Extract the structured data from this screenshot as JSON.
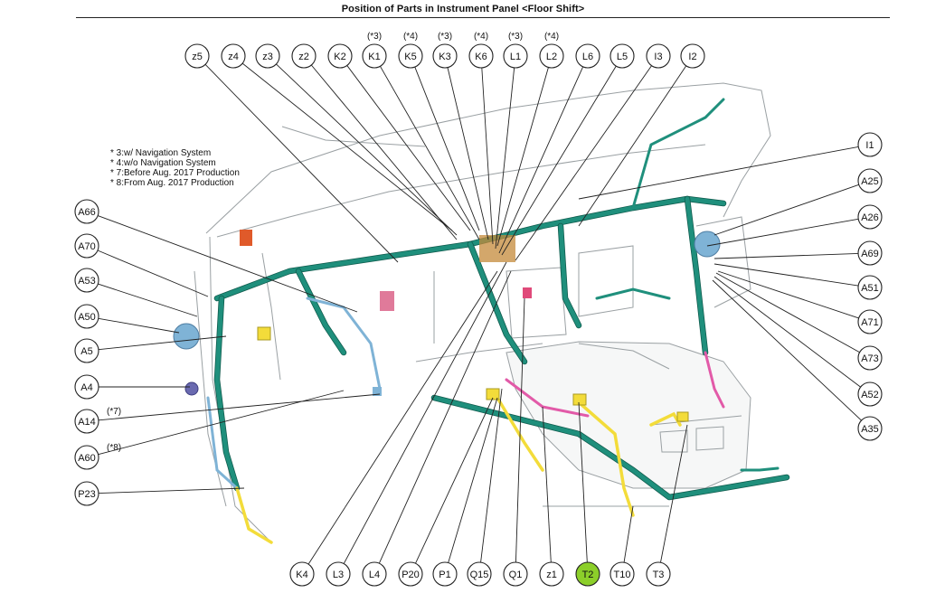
{
  "title": "Position of Parts in Instrument Panel <Floor Shift>",
  "legend": [
    "* 3:w/ Navigation System",
    "* 4:w/o Navigation System",
    "* 7:Before Aug. 2017 Production",
    "* 8:From Aug. 2017 Production"
  ],
  "colors": {
    "harness": "#1f8f7c",
    "highlight": "#8ccf2a",
    "blue_harness": "#7fb3d6",
    "yellow_harness": "#f3dc3a",
    "pink_harness": "#e25aa8",
    "connector_red": "#e05a2a"
  },
  "callouts": {
    "top": [
      {
        "id": "z5",
        "label": "z5",
        "note": ""
      },
      {
        "id": "z4",
        "label": "z4",
        "note": ""
      },
      {
        "id": "z3",
        "label": "z3",
        "note": ""
      },
      {
        "id": "z2",
        "label": "z2",
        "note": ""
      },
      {
        "id": "K2",
        "label": "K2",
        "note": ""
      },
      {
        "id": "K1",
        "label": "K1",
        "note": "(*3)"
      },
      {
        "id": "K5",
        "label": "K5",
        "note": "(*4)"
      },
      {
        "id": "K3",
        "label": "K3",
        "note": "(*3)"
      },
      {
        "id": "K6",
        "label": "K6",
        "note": "(*4)"
      },
      {
        "id": "L1",
        "label": "L1",
        "note": "(*3)"
      },
      {
        "id": "L2",
        "label": "L2",
        "note": "(*4)"
      },
      {
        "id": "L6",
        "label": "L6",
        "note": ""
      },
      {
        "id": "L5",
        "label": "L5",
        "note": ""
      },
      {
        "id": "I3",
        "label": "I3",
        "note": ""
      },
      {
        "id": "I2",
        "label": "I2",
        "note": ""
      }
    ],
    "left": [
      {
        "id": "A66",
        "label": "A66",
        "note": ""
      },
      {
        "id": "A70",
        "label": "A70",
        "note": ""
      },
      {
        "id": "A53",
        "label": "A53",
        "note": ""
      },
      {
        "id": "A50",
        "label": "A50",
        "note": ""
      },
      {
        "id": "A5",
        "label": "A5",
        "note": ""
      },
      {
        "id": "A4",
        "label": "A4",
        "note": ""
      },
      {
        "id": "A14",
        "label": "A14",
        "note": "(*7)"
      },
      {
        "id": "A60",
        "label": "A60",
        "note": "(*8)"
      },
      {
        "id": "P23",
        "label": "P23",
        "note": ""
      }
    ],
    "right": [
      {
        "id": "I1",
        "label": "I1",
        "note": ""
      },
      {
        "id": "A25",
        "label": "A25",
        "note": ""
      },
      {
        "id": "A26",
        "label": "A26",
        "note": ""
      },
      {
        "id": "A69",
        "label": "A69",
        "note": ""
      },
      {
        "id": "A51",
        "label": "A51",
        "note": ""
      },
      {
        "id": "A71",
        "label": "A71",
        "note": ""
      },
      {
        "id": "A73",
        "label": "A73",
        "note": ""
      },
      {
        "id": "A52",
        "label": "A52",
        "note": ""
      },
      {
        "id": "A35",
        "label": "A35",
        "note": ""
      }
    ],
    "bottom": [
      {
        "id": "K4",
        "label": "K4",
        "note": ""
      },
      {
        "id": "L3",
        "label": "L3",
        "note": ""
      },
      {
        "id": "L4",
        "label": "L4",
        "note": ""
      },
      {
        "id": "P20",
        "label": "P20",
        "note": ""
      },
      {
        "id": "P1",
        "label": "P1",
        "note": ""
      },
      {
        "id": "Q15",
        "label": "Q15",
        "note": ""
      },
      {
        "id": "Q1",
        "label": "Q1",
        "note": ""
      },
      {
        "id": "z1",
        "label": "z1",
        "note": ""
      },
      {
        "id": "T2",
        "label": "T2",
        "note": "",
        "highlighted": true
      },
      {
        "id": "T10",
        "label": "T10",
        "note": ""
      },
      {
        "id": "T3",
        "label": "T3",
        "note": ""
      }
    ]
  }
}
